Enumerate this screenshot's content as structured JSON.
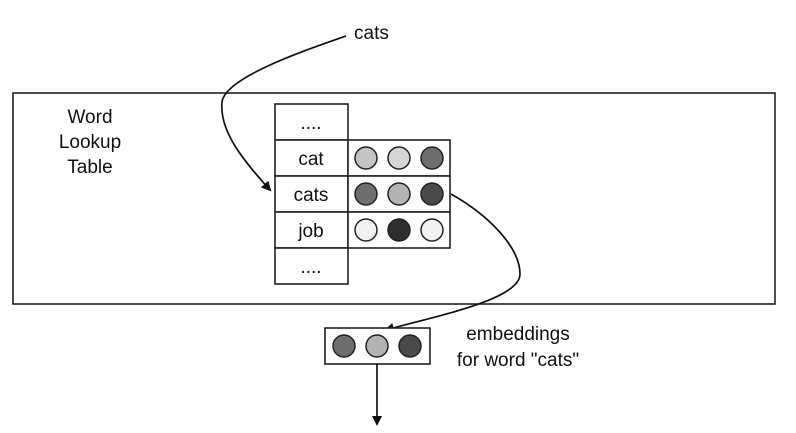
{
  "top_label": "cats",
  "table_title_lines": [
    "Word",
    "Lookup",
    "Table"
  ],
  "rows": [
    {
      "word": "....",
      "shades": []
    },
    {
      "word": "cat",
      "shades": [
        "#c4c4c4",
        "#d6d6d6",
        "#6e6e6e"
      ]
    },
    {
      "word": "cats",
      "shades": [
        "#6e6e6e",
        "#b3b3b3",
        "#4a4a4a"
      ]
    },
    {
      "word": "job",
      "shades": [
        "#f2f2f2",
        "#2e2e2e",
        "#f2f2f2"
      ]
    },
    {
      "word": "....",
      "shades": []
    }
  ],
  "output_shades": [
    "#6e6e6e",
    "#b3b3b3",
    "#4a4a4a"
  ],
  "output_label_lines": [
    "embeddings",
    "for word \"cats\""
  ]
}
